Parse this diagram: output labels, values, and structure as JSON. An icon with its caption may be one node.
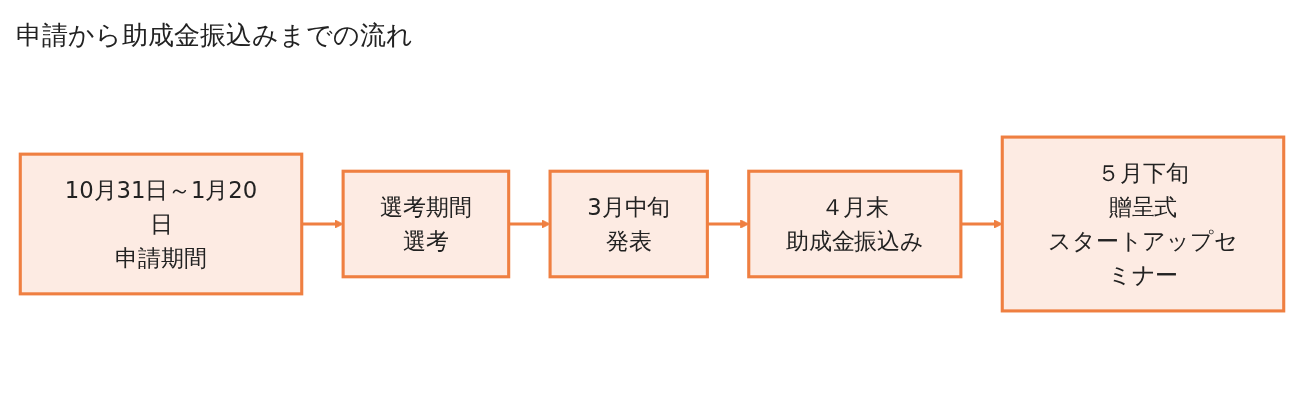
{
  "diagram": {
    "title": "申請から助成金振込みまでの流れ",
    "nodes": [
      {
        "text": [
          "10月31日～1月20日",
          "申請期間"
        ]
      },
      {
        "text": [
          "選考期間",
          "選考"
        ]
      },
      {
        "text": [
          "3月中旬",
          "発表"
        ]
      },
      {
        "text": [
          "４月末",
          "助成金振込み"
        ]
      },
      {
        "text": [
          "５月下旬",
          "贈呈式",
          "スタートアップセミナー"
        ]
      }
    ],
    "edges": [
      {
        "from": 0,
        "to": 1,
        "arrow": "to"
      },
      {
        "from": 1,
        "to": 2,
        "arrow": "to"
      },
      {
        "from": 2,
        "to": 3,
        "arrow": "to"
      },
      {
        "from": 3,
        "to": 4,
        "arrow": "to"
      }
    ]
  }
}
